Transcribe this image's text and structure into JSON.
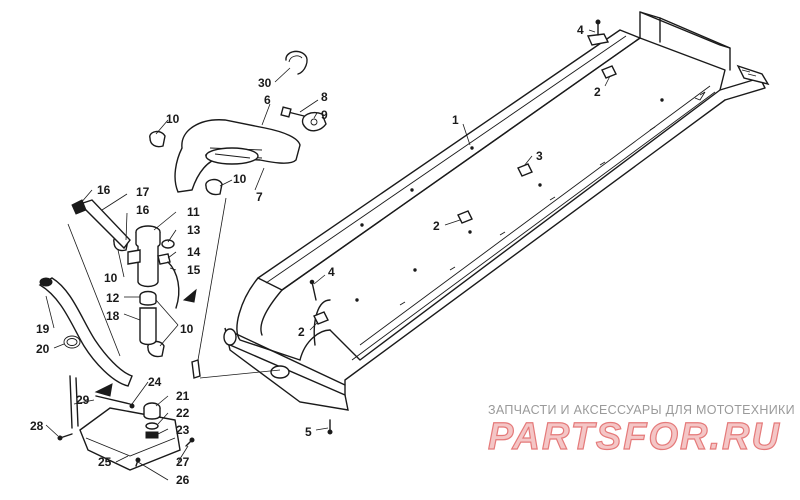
{
  "watermark": {
    "tagline": "ЗАПЧАСТИ И АКСЕССУАРЫ ДЛЯ МОТОТЕХНИКИ",
    "brand": "PARTSFOR.RU"
  },
  "callouts": [
    {
      "id": "c1",
      "text": "1"
    },
    {
      "id": "c2a",
      "text": "2"
    },
    {
      "id": "c2b",
      "text": "2"
    },
    {
      "id": "c2c",
      "text": "2"
    },
    {
      "id": "c3",
      "text": "3"
    },
    {
      "id": "c4a",
      "text": "4"
    },
    {
      "id": "c4b",
      "text": "4"
    },
    {
      "id": "c5",
      "text": "5"
    },
    {
      "id": "c6",
      "text": "6"
    },
    {
      "id": "c7",
      "text": "7"
    },
    {
      "id": "c8",
      "text": "8"
    },
    {
      "id": "c9",
      "text": "9"
    },
    {
      "id": "c10a",
      "text": "10"
    },
    {
      "id": "c10b",
      "text": "10"
    },
    {
      "id": "c10c",
      "text": "10"
    },
    {
      "id": "c10d",
      "text": "10"
    },
    {
      "id": "c11",
      "text": "11"
    },
    {
      "id": "c12",
      "text": "12"
    },
    {
      "id": "c13",
      "text": "13"
    },
    {
      "id": "c14",
      "text": "14"
    },
    {
      "id": "c15",
      "text": "15"
    },
    {
      "id": "c16a",
      "text": "16"
    },
    {
      "id": "c16b",
      "text": "16"
    },
    {
      "id": "c17",
      "text": "17"
    },
    {
      "id": "c18",
      "text": "18"
    },
    {
      "id": "c19",
      "text": "19"
    },
    {
      "id": "c20",
      "text": "20"
    },
    {
      "id": "c21",
      "text": "21"
    },
    {
      "id": "c22",
      "text": "22"
    },
    {
      "id": "c23",
      "text": "23"
    },
    {
      "id": "c24",
      "text": "24"
    },
    {
      "id": "c25",
      "text": "25"
    },
    {
      "id": "c26",
      "text": "26"
    },
    {
      "id": "c27",
      "text": "27"
    },
    {
      "id": "c28",
      "text": "28"
    },
    {
      "id": "c29",
      "text": "29"
    },
    {
      "id": "c30",
      "text": "30"
    }
  ]
}
